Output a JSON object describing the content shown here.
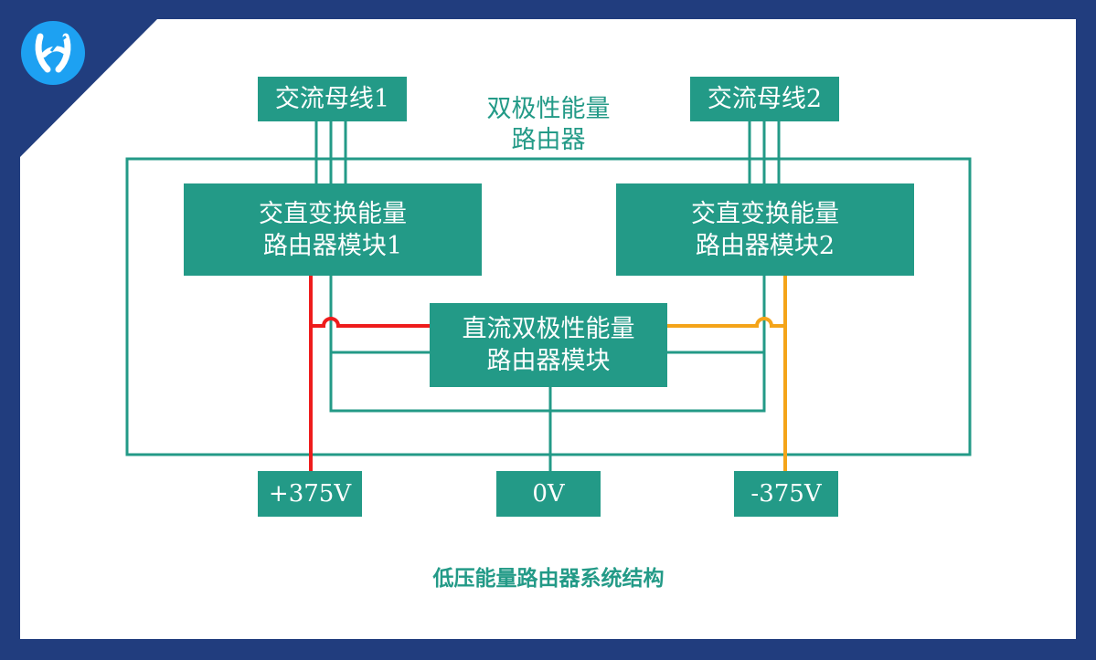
{
  "colors": {
    "frame": "#213d7e",
    "paper": "#ffffff",
    "module": "#239a87",
    "positive_line": "#ee1c1c",
    "negative_line": "#f4a419",
    "logo": "#1da1f2"
  },
  "logo": {
    "icon": "company-logo-icon"
  },
  "diagram": {
    "router_label": "双极性能量\n路由器",
    "ac_bus_1": "交流母线1",
    "ac_bus_2": "交流母线2",
    "acdc_module_1": "交直变换能量\n路由器模块1",
    "acdc_module_2": "交直变换能量\n路由器模块2",
    "dc_module": "直流双极性能量\n路由器模块",
    "terminal_pos": "+375V",
    "terminal_zero": "0V",
    "terminal_neg": "-375V"
  },
  "caption": "低压能量路由器系统结构"
}
